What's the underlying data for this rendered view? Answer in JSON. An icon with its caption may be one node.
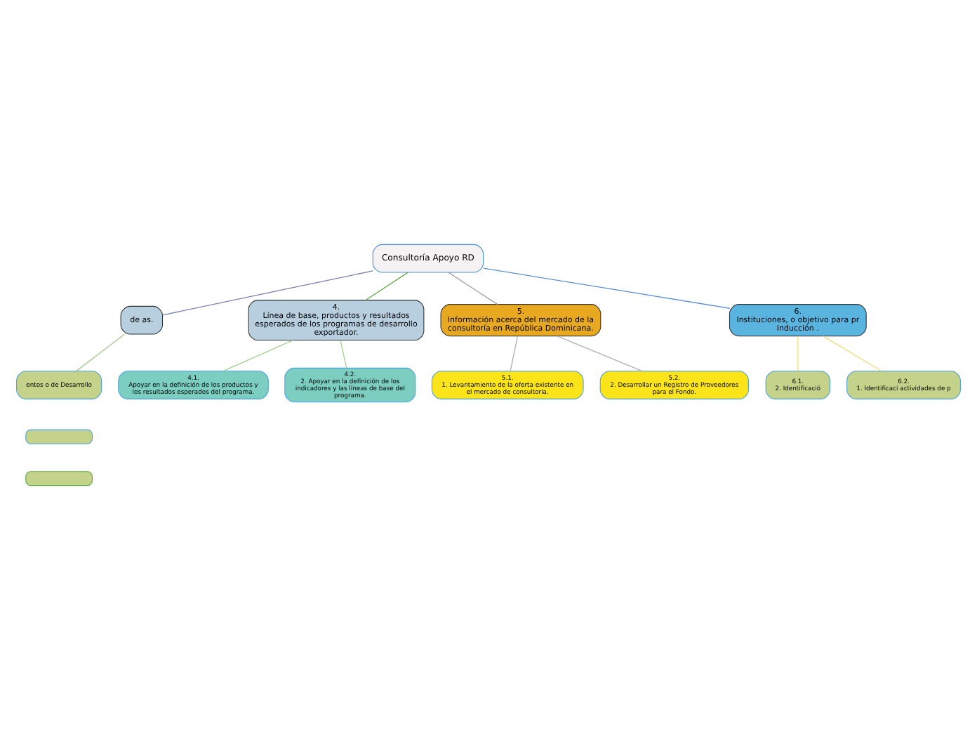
{
  "diagram": {
    "nodes": [
      {
        "text": [
          "Consultoría Apoyo RD"
        ]
      },
      {
        "text": [
          "de as."
        ]
      },
      {
        "text": [
          "entos o de Desarrollo"
        ]
      },
      {
        "text": [
          "4.",
          "Línea de base, productos y resultados esperados de los programas de desarrollo exportador."
        ]
      },
      {
        "text": [
          "4.1.",
          "Apoyar en la definición de los productos y los resultados esperados del programa."
        ]
      },
      {
        "text": [
          "4.2.",
          "2. Apoyar en la definición de los indicadores y las líneas de base del programa."
        ]
      },
      {
        "text": [
          "5.",
          "Información acerca del mercado de la consultoría en República Dominicana."
        ]
      },
      {
        "text": [
          "5.1.",
          "1. Levantamiento de la oferta existente en el mercado de consultoría."
        ]
      },
      {
        "text": [
          "5.2.",
          "2. Desarrollar un Registro de Proveedores para el Fondo."
        ]
      },
      {
        "text": [
          "6.",
          "Instituciones, o objetivo para pr Inducción ."
        ]
      },
      {
        "text": [
          "6.1.",
          "2. Identificació"
        ]
      },
      {
        "text": [
          "6.2.",
          "1. Identificaci actividades de p"
        ]
      },
      {
        "text": [],
        "shape": "box"
      },
      {
        "text": [],
        "shape": "box"
      }
    ],
    "edges": [
      {
        "from": 0,
        "to": 1,
        "arrow": "none",
        "color": "#7a7fb0"
      },
      {
        "from": 0,
        "to": 3,
        "arrow": "none",
        "color": "#5aa845"
      },
      {
        "from": 0,
        "to": 6,
        "arrow": "none",
        "color": "#a0a0a0"
      },
      {
        "from": 0,
        "to": 9,
        "arrow": "none",
        "color": "#5b8fd0"
      },
      {
        "from": 1,
        "to": 2,
        "arrow": "none",
        "color": "#a0c890"
      },
      {
        "from": 3,
        "to": 4,
        "arrow": "none",
        "color": "#a0d090"
      },
      {
        "from": 3,
        "to": 5,
        "arrow": "none",
        "color": "#a0d090"
      },
      {
        "from": 6,
        "to": 7,
        "arrow": "none",
        "color": "#b0b0b0"
      },
      {
        "from": 6,
        "to": 8,
        "arrow": "none",
        "color": "#b0b0b0"
      },
      {
        "from": 9,
        "to": 10,
        "arrow": "none",
        "color": "#f0dc80"
      },
      {
        "from": 9,
        "to": 11,
        "arrow": "none",
        "color": "#f0dc80"
      }
    ]
  }
}
